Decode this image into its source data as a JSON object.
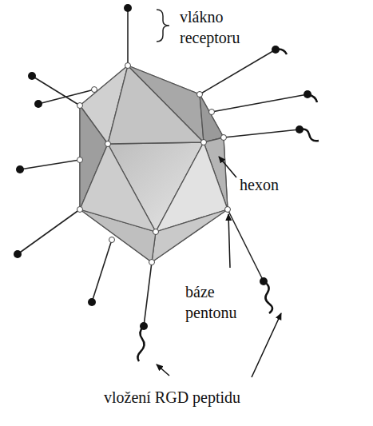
{
  "diagram": {
    "labels": [
      "vlákno receptoru",
      "hexon",
      "báze pentonu",
      "vložení RGD peptidu"
    ]
  }
}
